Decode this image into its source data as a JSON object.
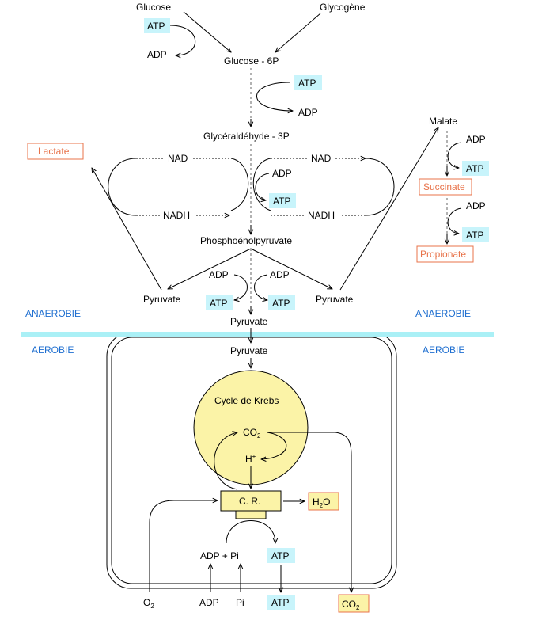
{
  "labels": {
    "glucose": "Glucose",
    "glycogene": "Glycogène",
    "atp": "ATP",
    "adp": "ADP",
    "glucose6p": "Glucose - 6P",
    "g3p": "Glycéraldéhyde - 3P",
    "nad": "NAD",
    "nadh": "NADH",
    "lactate": "Lactate",
    "malate": "Malate",
    "succinate": "Succinate",
    "propionate": "Propionate",
    "pep": "Phosphoénolpyruvate",
    "pyruvate": "Pyruvate",
    "anaerobie": "ANAEROBIE",
    "aerobie": "AEROBIE",
    "krebs": "Cycle de Krebs",
    "co2": "CO",
    "sub2": "2",
    "h": "H",
    "plus": "+",
    "cr": "C. R.",
    "h2o_h": "H",
    "h2o_o": "O",
    "adp_pi": "ADP + Pi",
    "o": "O",
    "pi": "Pi"
  },
  "colors": {
    "atp_fill": "#c8f4fb",
    "aerobic_band": "#aaf0f6",
    "krebs_fill": "#fbf3a7",
    "cr_fill": "#fbf3a7",
    "orange_box": "#e8734a",
    "blue_text": "#1f6fd0"
  }
}
